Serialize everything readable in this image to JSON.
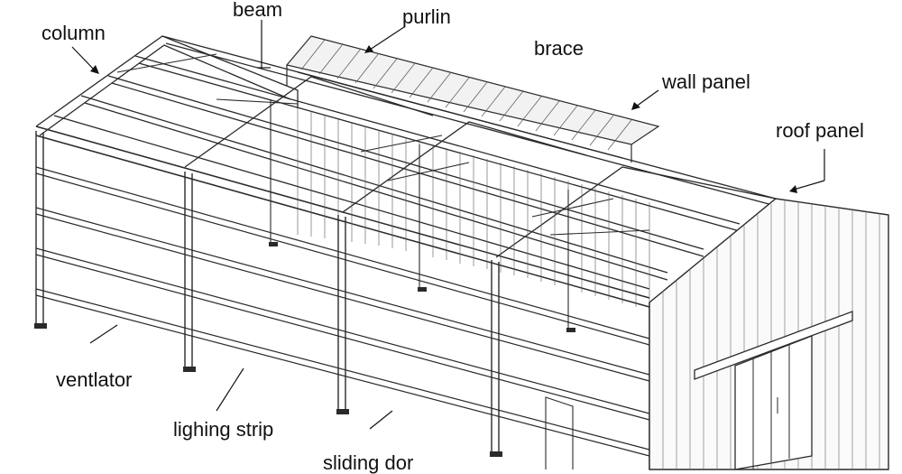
{
  "labels": {
    "column": "column",
    "beam": "beam",
    "purlin": "purlin",
    "brace": "brace",
    "wall_panel": "wall panel",
    "roof_panel": "roof panel",
    "ventlator": "ventlator",
    "lighing_strip": "lighing strip",
    "sliding_dor": "sliding dor"
  },
  "colors": {
    "line": "#2a2a2a",
    "panel_line": "#4a4a4a",
    "background": "#ffffff"
  }
}
